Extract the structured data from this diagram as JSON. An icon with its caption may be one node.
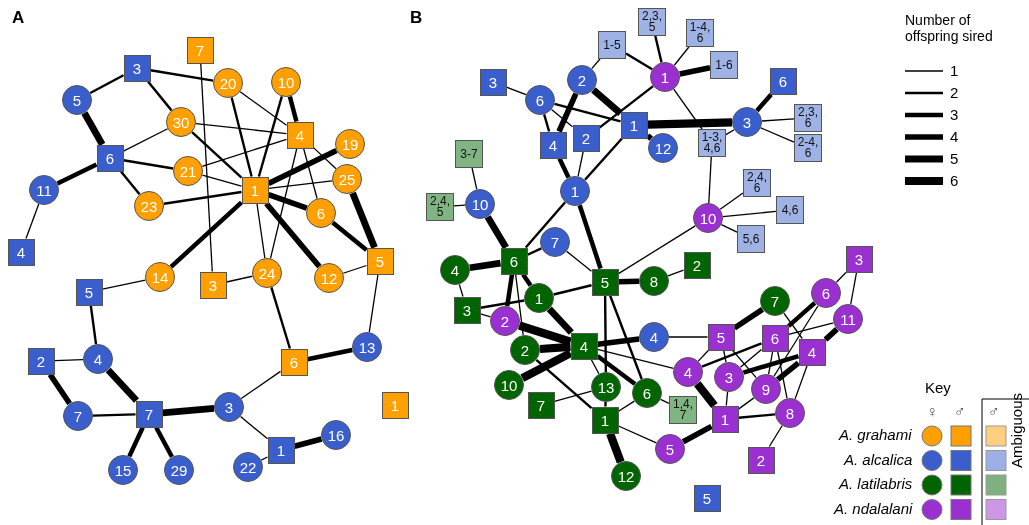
{
  "diagram": {
    "nodes": [
      {
        "text": [
          "7"
        ]
      },
      {
        "text": [
          "3"
        ]
      },
      {
        "text": [
          "20"
        ]
      },
      {
        "text": [
          "10"
        ]
      },
      {
        "text": [
          "5"
        ]
      },
      {
        "text": [
          "30"
        ]
      },
      {
        "text": [
          "4"
        ]
      },
      {
        "text": [
          "19"
        ]
      },
      {
        "text": [
          "6"
        ]
      },
      {
        "text": [
          "21"
        ]
      },
      {
        "text": [
          "25"
        ]
      },
      {
        "text": [
          "1"
        ]
      },
      {
        "text": [
          "11"
        ]
      },
      {
        "text": [
          "23"
        ]
      },
      {
        "text": [
          "6"
        ]
      },
      {
        "text": [
          "4"
        ]
      },
      {
        "text": [
          "5"
        ]
      },
      {
        "text": [
          "24"
        ]
      },
      {
        "text": [
          "14"
        ]
      },
      {
        "text": [
          "12"
        ]
      },
      {
        "text": [
          "3"
        ]
      },
      {
        "text": [
          "5"
        ]
      },
      {
        "text": [
          "13"
        ]
      },
      {
        "text": [
          "4"
        ]
      },
      {
        "text": [
          "2"
        ]
      },
      {
        "text": [
          "6"
        ]
      },
      {
        "text": [
          "1"
        ]
      },
      {
        "text": [
          "3"
        ]
      },
      {
        "text": [
          "7"
        ]
      },
      {
        "text": [
          "7"
        ]
      },
      {
        "text": [
          "16"
        ]
      },
      {
        "text": [
          "1"
        ]
      },
      {
        "text": [
          "22"
        ]
      },
      {
        "text": [
          "15"
        ]
      },
      {
        "text": [
          "29"
        ]
      },
      {
        "text": [
          "2,3, 5"
        ]
      },
      {
        "text": [
          "1-4, 6"
        ]
      },
      {
        "text": [
          "1-5"
        ]
      },
      {
        "text": [
          "1-6"
        ]
      },
      {
        "text": [
          "1"
        ]
      },
      {
        "text": [
          "2"
        ]
      },
      {
        "text": [
          "6"
        ]
      },
      {
        "text": [
          "3"
        ]
      },
      {
        "text": [
          "6"
        ]
      },
      {
        "text": [
          "2,3, 6"
        ]
      },
      {
        "text": [
          "3"
        ]
      },
      {
        "text": [
          "1"
        ]
      },
      {
        "text": [
          "2"
        ]
      },
      {
        "text": [
          "1-3, 4,6"
        ]
      },
      {
        "text": [
          "4"
        ]
      },
      {
        "text": [
          "2-4, 6"
        ]
      },
      {
        "text": [
          "12"
        ]
      },
      {
        "text": [
          "3-7"
        ]
      },
      {
        "text": [
          "2,4, 6"
        ]
      },
      {
        "text": [
          "1"
        ]
      },
      {
        "text": [
          "10"
        ]
      },
      {
        "text": [
          "2,4, 5"
        ]
      },
      {
        "text": [
          "4,6"
        ]
      },
      {
        "text": [
          "10"
        ]
      },
      {
        "text": [
          "5,6"
        ]
      },
      {
        "text": [
          "7"
        ]
      },
      {
        "text": [
          "3"
        ]
      },
      {
        "text": [
          "6"
        ]
      },
      {
        "text": [
          "2"
        ]
      },
      {
        "text": [
          "4"
        ]
      },
      {
        "text": [
          "8"
        ]
      },
      {
        "text": [
          "5"
        ]
      },
      {
        "text": [
          "6"
        ]
      },
      {
        "text": [
          "1"
        ]
      },
      {
        "text": [
          "7"
        ]
      },
      {
        "text": [
          "3"
        ]
      },
      {
        "text": [
          "11"
        ]
      },
      {
        "text": [
          "2"
        ]
      },
      {
        "text": [
          "4"
        ]
      },
      {
        "text": [
          "5"
        ]
      },
      {
        "text": [
          "6"
        ]
      },
      {
        "text": [
          "4"
        ]
      },
      {
        "text": [
          "2"
        ]
      },
      {
        "text": [
          "4"
        ]
      },
      {
        "text": [
          "4"
        ]
      },
      {
        "text": [
          "3"
        ]
      },
      {
        "text": [
          "10"
        ]
      },
      {
        "text": [
          "13"
        ]
      },
      {
        "text": [
          "9"
        ]
      },
      {
        "text": [
          "6"
        ]
      },
      {
        "text": [
          "7"
        ]
      },
      {
        "text": [
          "1,4, 7"
        ]
      },
      {
        "text": [
          "8"
        ]
      },
      {
        "text": [
          "1"
        ]
      },
      {
        "text": [
          "1"
        ]
      },
      {
        "text": [
          "5"
        ]
      },
      {
        "text": [
          "2"
        ]
      },
      {
        "text": [
          "12"
        ]
      },
      {
        "text": [
          "5"
        ]
      }
    ],
    "edges": [
      {
        "from": 1,
        "to": 4,
        "arrow": "none"
      },
      {
        "from": 1,
        "to": 2,
        "arrow": "none"
      },
      {
        "from": 1,
        "to": 5,
        "arrow": "none"
      },
      {
        "from": 4,
        "to": 8,
        "arrow": "none",
        "style": "thick"
      },
      {
        "from": 8,
        "to": 5,
        "arrow": "none"
      },
      {
        "from": 8,
        "to": 9,
        "arrow": "none"
      },
      {
        "from": 8,
        "to": 13,
        "arrow": "none"
      },
      {
        "from": 8,
        "to": 12,
        "arrow": "none",
        "style": "thick"
      },
      {
        "from": 12,
        "to": 15,
        "arrow": "none"
      },
      {
        "from": 0,
        "to": 20,
        "arrow": "none"
      },
      {
        "from": 2,
        "to": 11,
        "arrow": "none"
      },
      {
        "from": 2,
        "to": 6,
        "arrow": "none"
      },
      {
        "from": 5,
        "to": 6,
        "arrow": "none"
      },
      {
        "from": 5,
        "to": 11,
        "arrow": "none"
      },
      {
        "from": 9,
        "to": 6,
        "arrow": "none"
      },
      {
        "from": 9,
        "to": 11,
        "arrow": "none"
      },
      {
        "from": 3,
        "to": 11,
        "arrow": "none"
      },
      {
        "from": 3,
        "to": 6,
        "arrow": "none",
        "style": "thick"
      },
      {
        "from": 6,
        "to": 10,
        "arrow": "none"
      },
      {
        "from": 6,
        "to": 14,
        "arrow": "none"
      },
      {
        "from": 6,
        "to": 17,
        "arrow": "none"
      },
      {
        "from": 11,
        "to": 7,
        "arrow": "none",
        "style": "thick"
      },
      {
        "from": 11,
        "to": 10,
        "arrow": "none"
      },
      {
        "from": 11,
        "to": 13,
        "arrow": "none"
      },
      {
        "from": 11,
        "to": 14,
        "arrow": "none",
        "style": "thick"
      },
      {
        "from": 11,
        "to": 19,
        "arrow": "none",
        "style": "thick"
      },
      {
        "from": 11,
        "to": 18,
        "arrow": "none",
        "style": "thick"
      },
      {
        "from": 11,
        "to": 17,
        "arrow": "none"
      },
      {
        "from": 14,
        "to": 16,
        "arrow": "none",
        "style": "thick"
      },
      {
        "from": 10,
        "to": 16,
        "arrow": "none",
        "style": "thick"
      },
      {
        "from": 19,
        "to": 16,
        "arrow": "none"
      },
      {
        "from": 16,
        "to": 22,
        "arrow": "none"
      },
      {
        "from": 20,
        "to": 17,
        "arrow": "none"
      },
      {
        "from": 17,
        "to": 25,
        "arrow": "none"
      },
      {
        "from": 25,
        "to": 22,
        "arrow": "none",
        "style": "thick"
      },
      {
        "from": 25,
        "to": 27,
        "arrow": "none"
      },
      {
        "from": 18,
        "to": 21,
        "arrow": "none"
      },
      {
        "from": 21,
        "to": 23,
        "arrow": "none"
      },
      {
        "from": 23,
        "to": 24,
        "arrow": "none"
      },
      {
        "from": 23,
        "to": 28,
        "arrow": "none",
        "style": "thick"
      },
      {
        "from": 24,
        "to": 29,
        "arrow": "none",
        "style": "thick"
      },
      {
        "from": 29,
        "to": 28,
        "arrow": "none"
      },
      {
        "from": 28,
        "to": 27,
        "arrow": "none",
        "style": "thick"
      },
      {
        "from": 28,
        "to": 33,
        "arrow": "none",
        "style": "thick"
      },
      {
        "from": 28,
        "to": 34,
        "arrow": "none",
        "style": "thick"
      },
      {
        "from": 27,
        "to": 31,
        "arrow": "none"
      },
      {
        "from": 31,
        "to": 30,
        "arrow": "none",
        "style": "thick"
      },
      {
        "from": 31,
        "to": 32,
        "arrow": "none"
      },
      {
        "from": 37,
        "to": 40,
        "arrow": "none"
      },
      {
        "from": 37,
        "to": 39,
        "arrow": "none"
      },
      {
        "from": 35,
        "to": 39,
        "arrow": "none"
      },
      {
        "from": 36,
        "to": 39,
        "arrow": "none"
      },
      {
        "from": 38,
        "to": 39,
        "arrow": "none",
        "style": "thick"
      },
      {
        "from": 39,
        "to": 47,
        "arrow": "none"
      },
      {
        "from": 39,
        "to": 48,
        "arrow": "none"
      },
      {
        "from": 42,
        "to": 43,
        "arrow": "none"
      },
      {
        "from": 43,
        "to": 49,
        "arrow": "none"
      },
      {
        "from": 43,
        "to": 46,
        "arrow": "none"
      },
      {
        "from": 43,
        "to": 47,
        "arrow": "none"
      },
      {
        "from": 40,
        "to": 49,
        "arrow": "none",
        "style": "thick"
      },
      {
        "from": 40,
        "to": 46,
        "arrow": "none",
        "style": "thick"
      },
      {
        "from": 46,
        "to": 45,
        "arrow": "none",
        "style": "thick"
      },
      {
        "from": 46,
        "to": 51,
        "arrow": "none",
        "style": "thick"
      },
      {
        "from": 45,
        "to": 41,
        "arrow": "none",
        "style": "thick"
      },
      {
        "from": 45,
        "to": 44,
        "arrow": "none"
      },
      {
        "from": 45,
        "to": 50,
        "arrow": "none"
      },
      {
        "from": 45,
        "to": 48,
        "arrow": "none"
      },
      {
        "from": 49,
        "to": 54,
        "arrow": "none",
        "style": "thick"
      },
      {
        "from": 47,
        "to": 54,
        "arrow": "none"
      },
      {
        "from": 46,
        "to": 54,
        "arrow": "none"
      },
      {
        "from": 54,
        "to": 62,
        "arrow": "none"
      },
      {
        "from": 54,
        "to": 66,
        "arrow": "none",
        "style": "thick"
      },
      {
        "from": 52,
        "to": 55,
        "arrow": "none"
      },
      {
        "from": 56,
        "to": 55,
        "arrow": "none"
      },
      {
        "from": 55,
        "to": 62,
        "arrow": "none",
        "style": "thick"
      },
      {
        "from": 48,
        "to": 58,
        "arrow": "none"
      },
      {
        "from": 58,
        "to": 53,
        "arrow": "none"
      },
      {
        "from": 58,
        "to": 57,
        "arrow": "none"
      },
      {
        "from": 58,
        "to": 59,
        "arrow": "none"
      },
      {
        "from": 58,
        "to": 66,
        "arrow": "none"
      },
      {
        "from": 62,
        "to": 60,
        "arrow": "none"
      },
      {
        "from": 62,
        "to": 64,
        "arrow": "none",
        "style": "thick"
      },
      {
        "from": 62,
        "to": 68,
        "arrow": "none",
        "style": "thick"
      },
      {
        "from": 62,
        "to": 72,
        "arrow": "none",
        "style": "thick"
      },
      {
        "from": 62,
        "to": 77,
        "arrow": "none"
      },
      {
        "from": 64,
        "to": 70,
        "arrow": "none"
      },
      {
        "from": 70,
        "to": 68,
        "arrow": "none"
      },
      {
        "from": 70,
        "to": 72,
        "arrow": "none"
      },
      {
        "from": 68,
        "to": 66,
        "arrow": "none"
      },
      {
        "from": 68,
        "to": 76,
        "arrow": "none",
        "style": "thick"
      },
      {
        "from": 60,
        "to": 66,
        "arrow": "none"
      },
      {
        "from": 66,
        "to": 65,
        "arrow": "none",
        "style": "thick"
      },
      {
        "from": 65,
        "to": 63,
        "arrow": "none"
      },
      {
        "from": 66,
        "to": 82,
        "arrow": "none"
      },
      {
        "from": 66,
        "to": 84,
        "arrow": "none"
      },
      {
        "from": 72,
        "to": 76,
        "arrow": "none",
        "style": "thick"
      },
      {
        "from": 77,
        "to": 76,
        "arrow": "none",
        "style": "thick"
      },
      {
        "from": 81,
        "to": 76,
        "arrow": "none",
        "style": "thick"
      },
      {
        "from": 76,
        "to": 73,
        "arrow": "none",
        "style": "thick"
      },
      {
        "from": 76,
        "to": 82,
        "arrow": "none"
      },
      {
        "from": 76,
        "to": 84,
        "arrow": "none",
        "style": "thick"
      },
      {
        "from": 76,
        "to": 79,
        "arrow": "none"
      },
      {
        "from": 77,
        "to": 89,
        "arrow": "none"
      },
      {
        "from": 85,
        "to": 82,
        "arrow": "none"
      },
      {
        "from": 82,
        "to": 89,
        "arrow": "none"
      },
      {
        "from": 89,
        "to": 84,
        "arrow": "none"
      },
      {
        "from": 89,
        "to": 92,
        "arrow": "none",
        "style": "thick"
      },
      {
        "from": 89,
        "to": 90,
        "arrow": "none"
      },
      {
        "from": 84,
        "to": 86,
        "arrow": "none"
      },
      {
        "from": 73,
        "to": 74,
        "arrow": "none"
      },
      {
        "from": 74,
        "to": 69,
        "arrow": "none",
        "style": "thick"
      },
      {
        "from": 74,
        "to": 79,
        "arrow": "none"
      },
      {
        "from": 74,
        "to": 80,
        "arrow": "none"
      },
      {
        "from": 74,
        "to": 83,
        "arrow": "none"
      },
      {
        "from": 79,
        "to": 75,
        "arrow": "none"
      },
      {
        "from": 79,
        "to": 88,
        "arrow": "none",
        "style": "thick"
      },
      {
        "from": 75,
        "to": 67,
        "arrow": "none",
        "style": "thick"
      },
      {
        "from": 75,
        "to": 71,
        "arrow": "none"
      },
      {
        "from": 75,
        "to": 80,
        "arrow": "none"
      },
      {
        "from": 75,
        "to": 83,
        "arrow": "none"
      },
      {
        "from": 75,
        "to": 87,
        "arrow": "none"
      },
      {
        "from": 69,
        "to": 78,
        "arrow": "none"
      },
      {
        "from": 80,
        "to": 78,
        "arrow": "none",
        "style": "thick"
      },
      {
        "from": 80,
        "to": 88,
        "arrow": "none"
      },
      {
        "from": 83,
        "to": 78,
        "arrow": "none",
        "style": "thick"
      },
      {
        "from": 83,
        "to": 88,
        "arrow": "none"
      },
      {
        "from": 78,
        "to": 71,
        "arrow": "none",
        "style": "thick"
      },
      {
        "from": 78,
        "to": 87,
        "arrow": "none"
      },
      {
        "from": 67,
        "to": 61,
        "arrow": "none"
      },
      {
        "from": 71,
        "to": 61,
        "arrow": "none"
      },
      {
        "from": 67,
        "to": 83,
        "arrow": "none"
      },
      {
        "from": 88,
        "to": 87,
        "arrow": "none"
      },
      {
        "from": 88,
        "to": 90,
        "arrow": "none",
        "style": "thick"
      },
      {
        "from": 87,
        "to": 91,
        "arrow": "none"
      }
    ],
    "labels": [
      "A",
      "B",
      "Number of offspring sired",
      "Key",
      "♀",
      "♂",
      "♂",
      "Ambiguous"
    ],
    "legend": [
      {
        "text": "1"
      },
      {
        "text": "2"
      },
      {
        "text": "3"
      },
      {
        "text": "4"
      },
      {
        "text": "5"
      },
      {
        "text": "6"
      },
      {
        "text": "A. grahami",
        "color": "#ffa000"
      },
      {
        "text": "A. alcalica",
        "color": "#3a5fcd"
      },
      {
        "text": "A. latilabris",
        "color": "#006400"
      },
      {
        "text": "A. ndalalani",
        "color": "#9b30d0"
      }
    ]
  }
}
